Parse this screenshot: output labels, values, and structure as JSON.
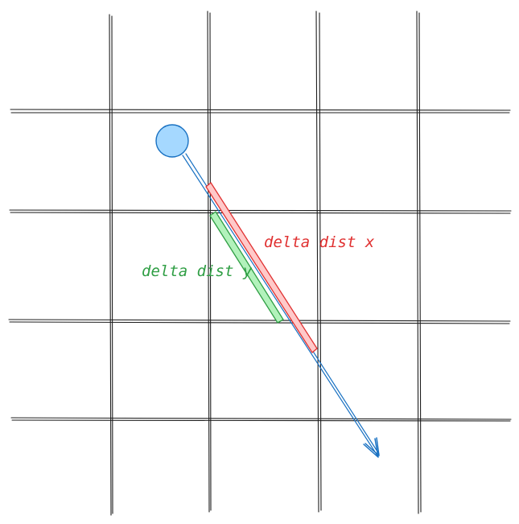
{
  "labels": {
    "delta_dist_x": "delta dist x",
    "delta_dist_y": "delta dist y"
  },
  "colors": {
    "grid": "#1e1e1e",
    "ray": "#1971c2",
    "origin_fill": "#a5d8ff",
    "delta_x_stroke": "#e03131",
    "delta_x_fill": "#ffc9c9",
    "delta_y_stroke": "#2f9e44",
    "delta_y_fill": "#b2f2bb"
  },
  "icons": {
    "origin": "circle",
    "ray_head": "arrowhead"
  }
}
